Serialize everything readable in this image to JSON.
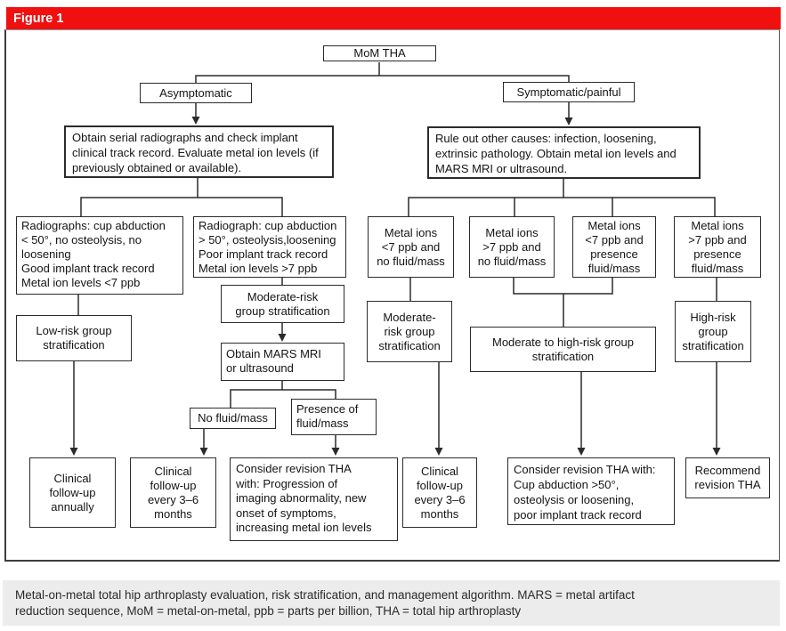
{
  "figure": {
    "label": "Figure 1"
  },
  "colors": {
    "header_red": "#f01010",
    "caption_bg": "#ececec",
    "line": "#2b2b2b"
  },
  "caption": "Metal-on-metal total hip arthroplasty evaluation, risk stratification, and management algorithm. MARS = metal artifact\nreduction sequence, MoM = metal-on-metal, ppb = parts per billion, THA = total hip arthroplasty",
  "nodes": {
    "mom_tha": {
      "text": "MoM THA"
    },
    "asymptomatic": {
      "text": "Asymptomatic"
    },
    "symptomatic": {
      "text": "Symptomatic/painful"
    },
    "obtain_serial": {
      "text": "Obtain serial radiographs and check implant clinical track record. Evaluate metal ion levels (if previously obtained or available)."
    },
    "rule_out": {
      "text": "Rule out other causes: infection, loosening, extrinsic pathology. Obtain metal ion levels and MARS MRI or ultrasound."
    },
    "radiographs_lt50": {
      "text": "Radiographs: cup abduction\n< 50°, no osteolysis, no\nloosening\nGood implant track record\nMetal ion levels <7 ppb"
    },
    "radiograph_gt50": {
      "text": "Radiograph: cup abduction\n> 50°, osteolysis,loosening\nPoor implant track record\nMetal ion levels >7 ppb"
    },
    "metal_ions_lt7_no_fluid": {
      "text": "Metal ions\n<7 ppb and\nno fluid/mass"
    },
    "metal_ions_gt7_no_fluid": {
      "text": "Metal ions\n>7 ppb and\nno fluid/mass"
    },
    "metal_ions_lt7_fluid": {
      "text": "Metal ions\n<7 ppb and\npresence\nfluid/mass"
    },
    "metal_ions_gt7_fluid": {
      "text": "Metal ions\n>7 ppb and\npresence\nfluid/mass"
    },
    "low_risk": {
      "text": "Low-risk group\nstratification"
    },
    "moderate_risk_mid": {
      "text": "Moderate-risk\ngroup stratification"
    },
    "obtain_mars": {
      "text": "Obtain MARS MRI\nor ultrasound"
    },
    "no_fluid": {
      "text": "No fluid/mass"
    },
    "presence_fluid": {
      "text": "Presence of\nfluid/mass"
    },
    "moderate_risk_right": {
      "text": "Moderate-\nrisk group\nstratification"
    },
    "mod_high_risk": {
      "text": "Moderate to high-risk group\nstratification"
    },
    "high_risk": {
      "text": "High-risk\ngroup\nstratification"
    },
    "clinical_annual": {
      "text": "Clinical\nfollow-up\nannually"
    },
    "clinical_3_6_left": {
      "text": "Clinical\nfollow-up\nevery 3–6\nmonths"
    },
    "consider_revision_imaging": {
      "text": "Consider revision THA\nwith: Progression of\nimaging abnormality, new\nonset of symptoms,\nincreasing metal ion levels"
    },
    "clinical_3_6_right": {
      "text": "Clinical\nfollow-up\nevery 3–6\nmonths"
    },
    "consider_revision_cup": {
      "text": "Consider revision THA with:\nCup abduction >50°,\nosteolysis or loosening,\npoor implant track record"
    },
    "recommend_revision": {
      "text": "Recommend\nrevision THA"
    }
  }
}
